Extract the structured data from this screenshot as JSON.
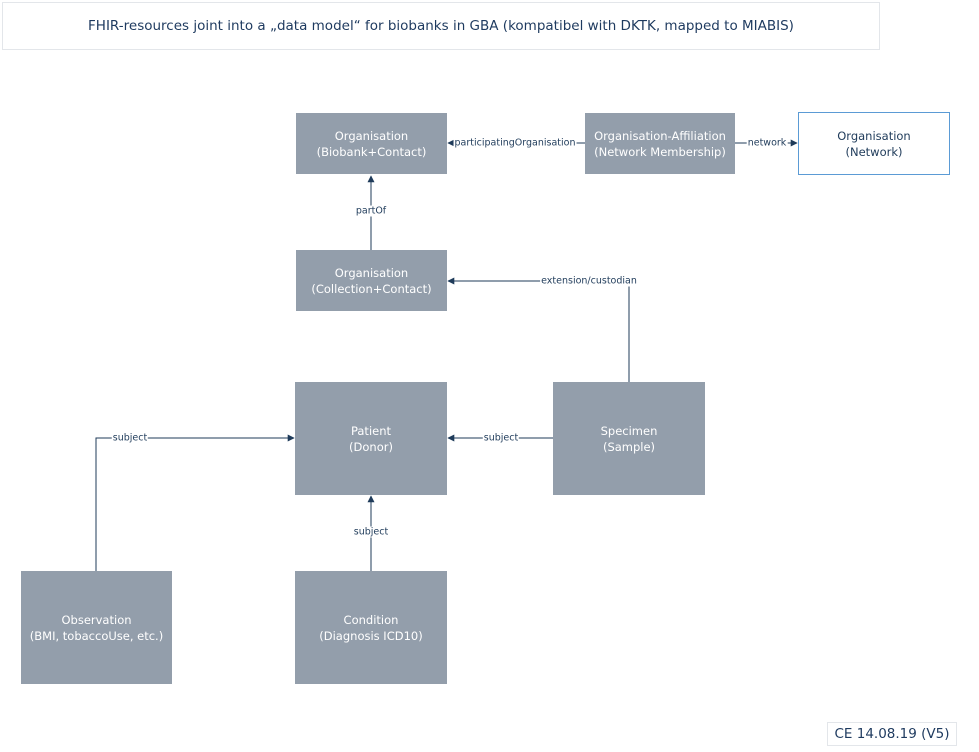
{
  "title": "FHIR-resources joint into a „data model“ for biobanks in GBA (kompatibel with DKTK, mapped to MIABIS)",
  "version": "CE 14.08.19 (V5)",
  "colors": {
    "node_fill": "#939eab",
    "node_text": "#ffffff",
    "outline_border": "#5b9bd5",
    "edge": "#1f3b5a"
  },
  "nodes": {
    "org_biobank": {
      "line1": "Organisation",
      "line2": "(Biobank+Contact)"
    },
    "org_affiliation": {
      "line1": "Organisation-Affiliation",
      "line2": "(Network Membership)"
    },
    "org_network": {
      "line1": "Organisation",
      "line2": "(Network)"
    },
    "org_collection": {
      "line1": "Organisation",
      "line2": "(Collection+Contact)"
    },
    "patient": {
      "line1": "Patient",
      "line2": "(Donor)"
    },
    "specimen": {
      "line1": "Specimen",
      "line2": "(Sample)"
    },
    "observation": {
      "line1": "Observation",
      "line2": "(BMI, tobaccoUse, etc.)"
    },
    "condition": {
      "line1": "Condition",
      "line2": "(Diagnosis ICD10)"
    }
  },
  "edges": {
    "participating": "participatingOrganisation",
    "network": "network",
    "partof": "partOf",
    "custodian": "extension/custodian",
    "specimen_subject": "subject",
    "observation_subject": "subject",
    "condition_subject": "subject"
  }
}
